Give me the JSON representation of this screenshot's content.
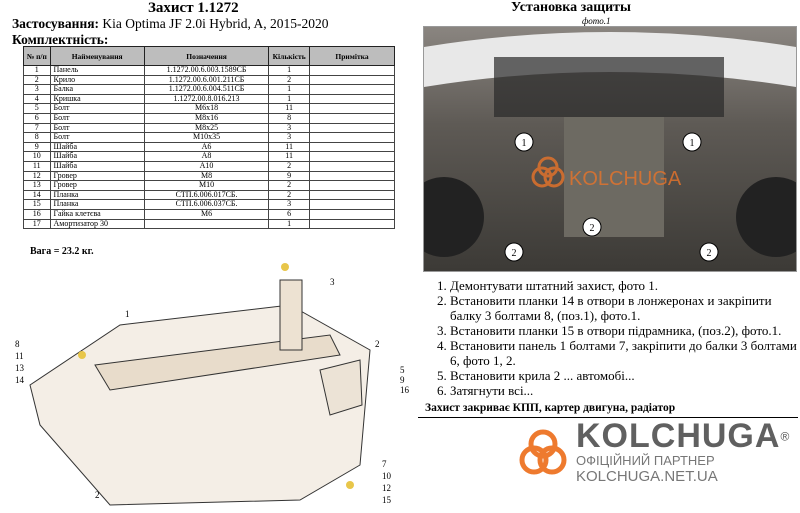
{
  "title": "Захист 1.1272",
  "application": {
    "label": "Застосування:",
    "value": "Kia Optima JF 2.0i Hybrid, A, 2015-2020"
  },
  "kit_label": "Комплектність:",
  "table": {
    "headers": [
      "№ п/п",
      "Найменування",
      "Позначення",
      "Кількість",
      "Примітка"
    ],
    "rows": [
      [
        "1",
        "Панель",
        "1.1272.00.6.003.1589СБ",
        "1",
        ""
      ],
      [
        "2",
        "Крило",
        "1.1272.00.6.001.211СБ",
        "2",
        ""
      ],
      [
        "3",
        "Балка",
        "1.1272.00.6.004.511СБ",
        "1",
        ""
      ],
      [
        "4",
        "Кришка",
        "1.1272.00.8.016.213",
        "1",
        ""
      ],
      [
        "5",
        "Болт",
        "M6x18",
        "11",
        ""
      ],
      [
        "6",
        "Болт",
        "M8x16",
        "8",
        ""
      ],
      [
        "7",
        "Болт",
        "M8x25",
        "3",
        ""
      ],
      [
        "8",
        "Болт",
        "M10x35",
        "3",
        ""
      ],
      [
        "9",
        "Шайба",
        "A6",
        "11",
        ""
      ],
      [
        "10",
        "Шайба",
        "A8",
        "11",
        ""
      ],
      [
        "11",
        "Шайба",
        "A10",
        "2",
        ""
      ],
      [
        "12",
        "Гровер",
        "M8",
        "9",
        ""
      ],
      [
        "13",
        "Гровер",
        "M10",
        "2",
        ""
      ],
      [
        "14",
        "Планка",
        "СТП.6.006.017СБ.",
        "2",
        ""
      ],
      [
        "15",
        "Планка",
        "СТП.6.006.037СБ.",
        "3",
        ""
      ],
      [
        "16",
        "Гайка клетєва",
        "M6",
        "6",
        ""
      ],
      [
        "17",
        "Амортизатор 30",
        "",
        "1",
        ""
      ]
    ]
  },
  "weight": "Вага = 23.2 кг.",
  "photo": {
    "title": "Установка защиты",
    "caption": "фото.1",
    "watermark": "KOLCHUGA",
    "markers": [
      "1",
      "1",
      "2",
      "2",
      "2"
    ]
  },
  "instructions": [
    "Демонтувати штатний захист, фото 1.",
    "Встановити планки 14 в отвори в лонжеронах и закріпити балку 3 болтами 8, (поз.1), фото.1.",
    "Встановити планки 15 в отвори підрамника, (поз.2), фото.1.",
    "Встановити панель 1 болтами 7, закріпити до балки 3 болтами 6, фото 1, 2.",
    "Встановити крила 2 ... автомобі...",
    "Затягнути всі..."
  ],
  "cover_note": "Захист закриває КПП, картер двигуна, радіатор",
  "brand": {
    "name": "KOLCHUGA",
    "reg": "®",
    "subtitle": "ОФІЦІЙНИЙ ПАРТНЕР",
    "url": "KOLCHUGA.NET.UA"
  },
  "diagram_labels": {
    "l1": "1",
    "l2a": "2",
    "l2b": "2",
    "l3": "3",
    "l5": "5",
    "l9": "9",
    "l16": "16",
    "l7": "7",
    "l10": "10",
    "l12": "12",
    "l15": "15",
    "l8": "8",
    "l11": "11",
    "l13": "13",
    "l14": "14"
  }
}
